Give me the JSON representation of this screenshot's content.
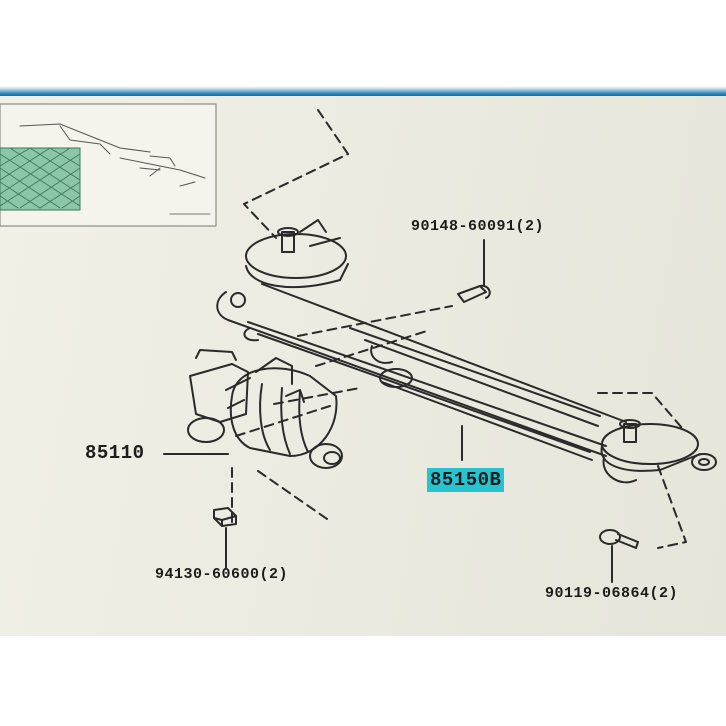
{
  "callouts": {
    "bolt_top": "90148-60091(2)",
    "motor": "85110",
    "link_assembly": "85150B",
    "nut_bottom": "94130-60600(2)",
    "bolt_bottom": "90119-06864(2)"
  },
  "colors": {
    "highlight": "#27c3cf",
    "line": "#2a2a2a",
    "screen_bezel": "#1a6ea3"
  }
}
